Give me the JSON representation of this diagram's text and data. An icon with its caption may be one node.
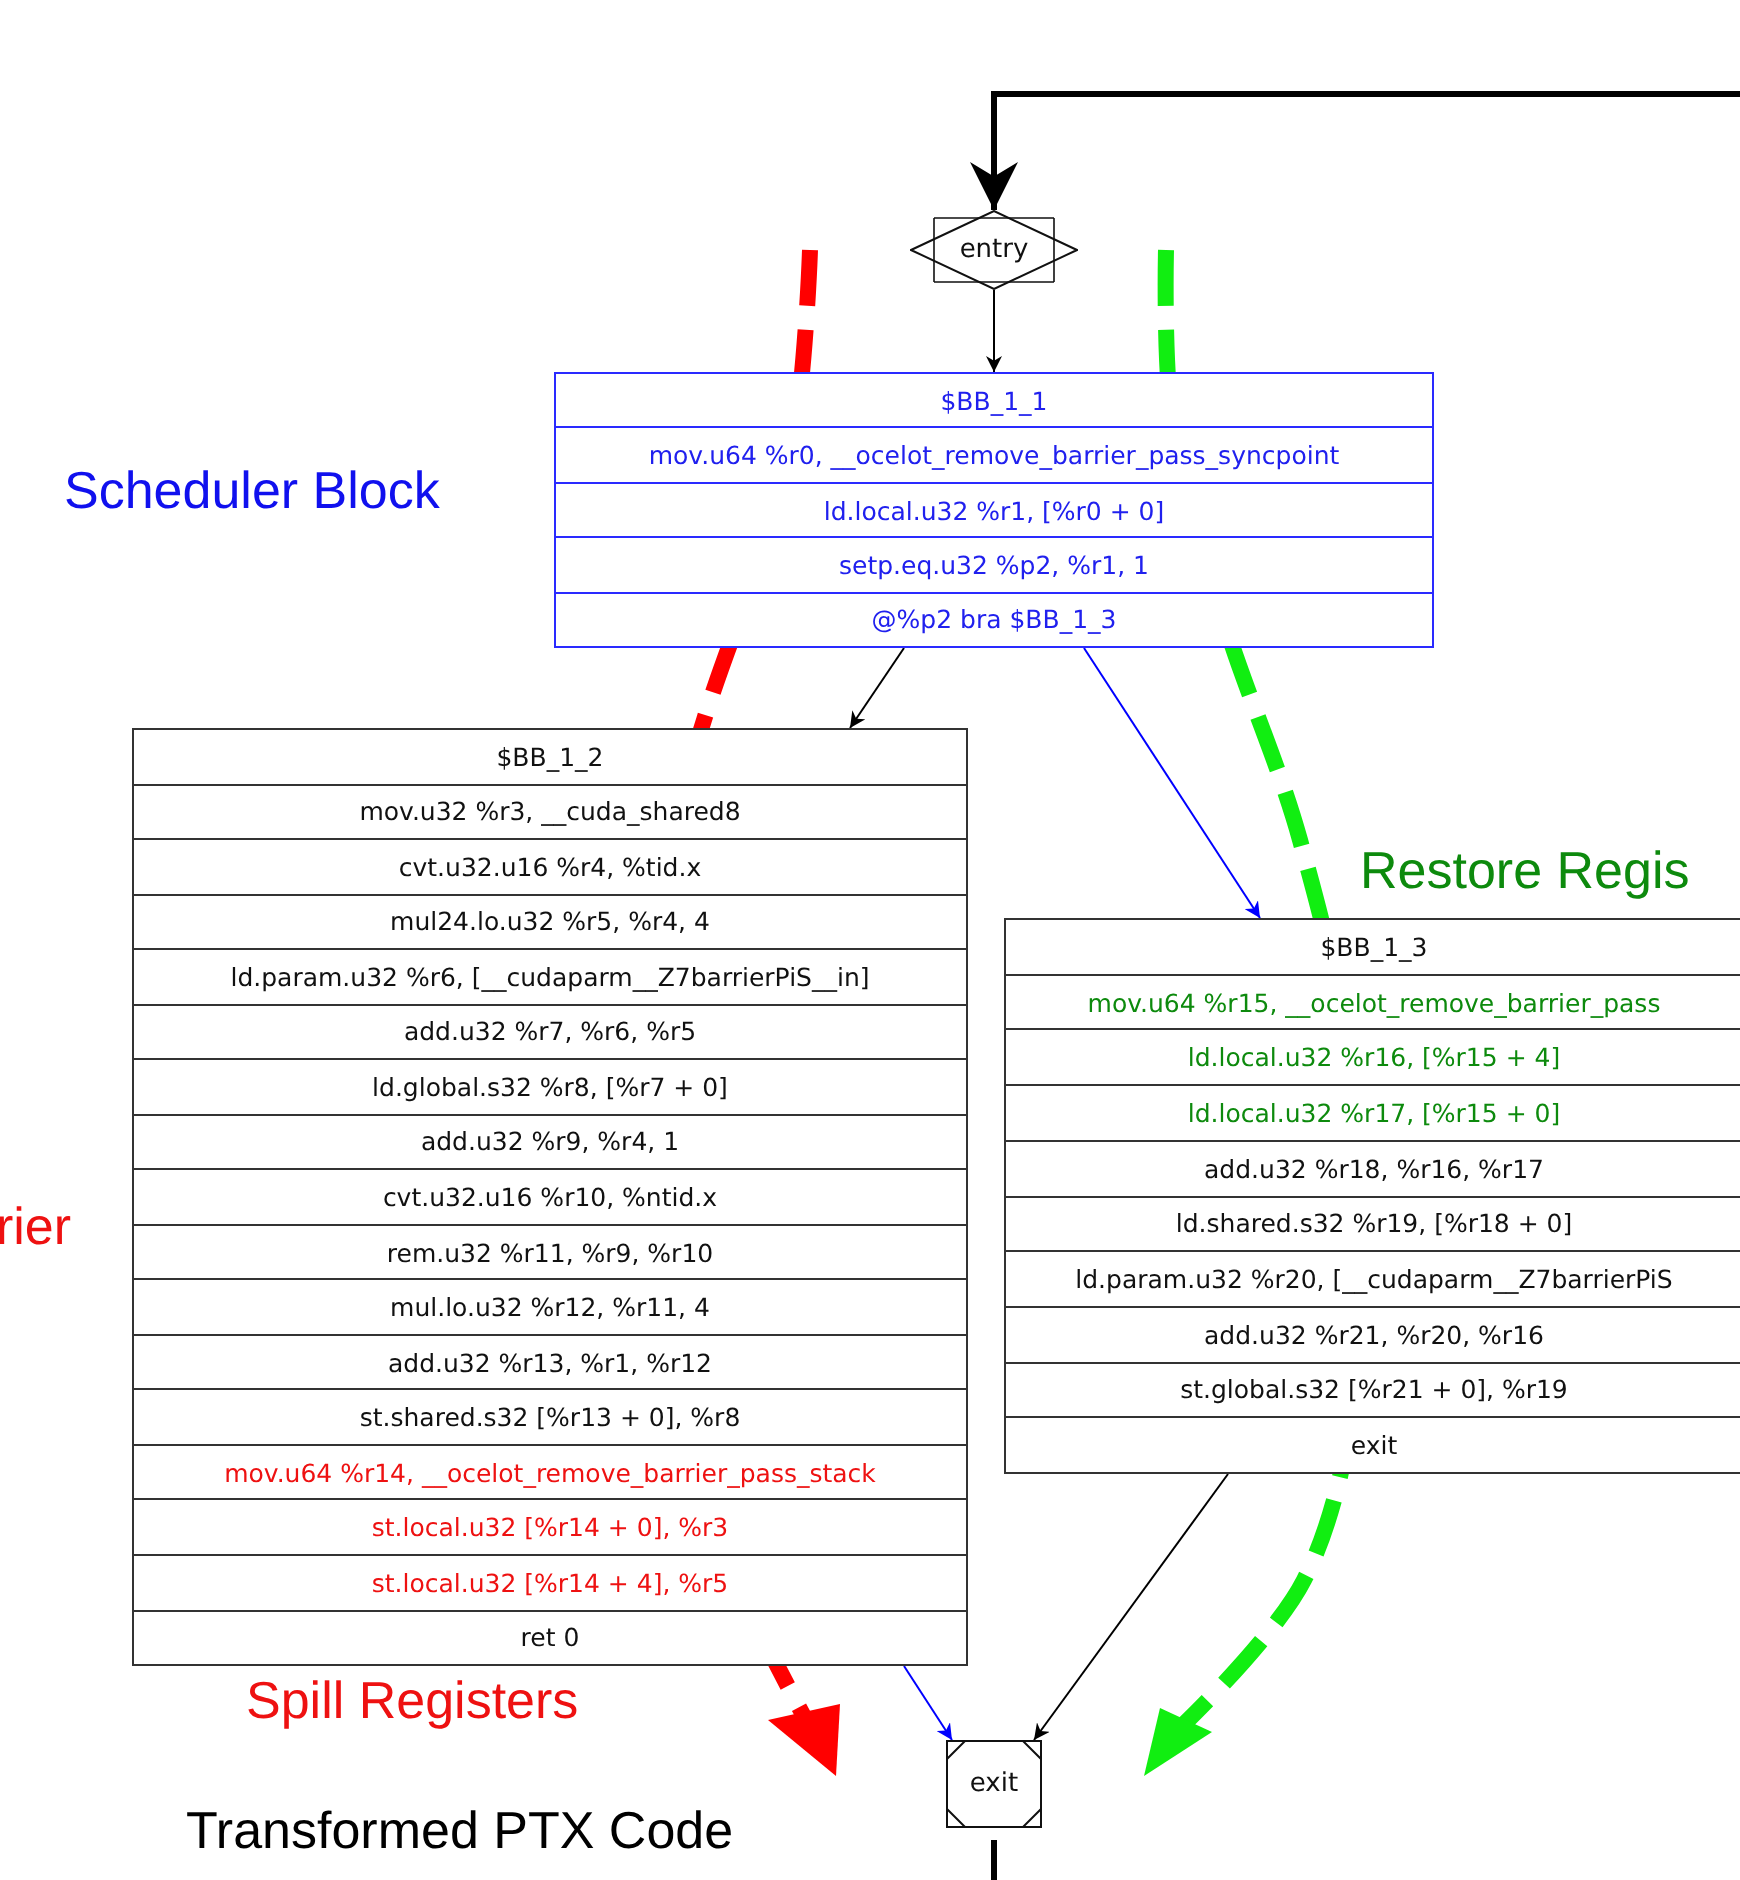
{
  "diagram": {
    "nodes": [
      {
        "text": [
          "entry"
        ]
      },
      {
        "text": [
          "$BB_1_1",
          "mov.u64 %r0, __ocelot_remove_barrier_pass_syncpoint",
          "ld.local.u32 %r1, [%r0 + 0]",
          "setp.eq.u32 %p2, %r1, 1",
          "@%p2 bra $BB_1_3"
        ]
      },
      {
        "text": [
          "$BB_1_2",
          "mov.u32 %r3, __cuda_shared8",
          "cvt.u32.u16 %r4, %tid.x",
          "mul24.lo.u32 %r5, %r4, 4",
          "ld.param.u32 %r6, [__cudaparm__Z7barrierPiS__in]",
          "add.u32 %r7, %r6, %r5",
          "ld.global.s32 %r8, [%r7 + 0]",
          "add.u32 %r9, %r4, 1",
          "cvt.u32.u16 %r10, %ntid.x",
          "rem.u32 %r11, %r9, %r10",
          "mul.lo.u32 %r12, %r11, 4",
          "add.u32 %r13, %r1, %r12",
          "st.shared.s32 [%r13 + 0], %r8",
          "mov.u64 %r14, __ocelot_remove_barrier_pass_stack",
          "st.local.u32 [%r14 + 0], %r3",
          "st.local.u32 [%r14 + 4], %r5",
          "ret 0"
        ]
      },
      {
        "text": [
          "$BB_1_3",
          "mov.u64 %r15, __ocelot_remove_barrier_pass",
          "ld.local.u32 %r16, [%r15 + 4]",
          "ld.local.u32 %r17, [%r15 + 0]",
          "add.u32 %r18, %r16, %r17",
          "ld.shared.s32 %r19, [%r18 + 0]",
          "ld.param.u32 %r20, [__cudaparm__Z7barrierPiS",
          "add.u32 %r21, %r20, %r16",
          "st.global.s32 [%r21 + 0], %r19",
          "exit"
        ]
      },
      {
        "text": [
          "exit"
        ]
      }
    ],
    "edges": [
      {
        "from": null,
        "to": 0,
        "arrow": "to",
        "style": "thick"
      },
      {
        "from": 0,
        "to": 1,
        "arrow": "to"
      },
      {
        "from": 1,
        "to": 2,
        "arrow": "to"
      },
      {
        "from": 1,
        "to": 3,
        "arrow": "to",
        "color": "#0000ff"
      },
      {
        "from": 2,
        "to": 4,
        "arrow": "to",
        "color": "#0000ff"
      },
      {
        "from": 3,
        "to": 4,
        "arrow": "to"
      },
      {
        "from": 4,
        "to": null,
        "arrow": "none",
        "style": "thick"
      }
    ],
    "labels": [
      "Scheduler Block",
      "Restore Regis",
      "rier",
      "Spill Registers",
      "Transformed PTX Code"
    ]
  }
}
